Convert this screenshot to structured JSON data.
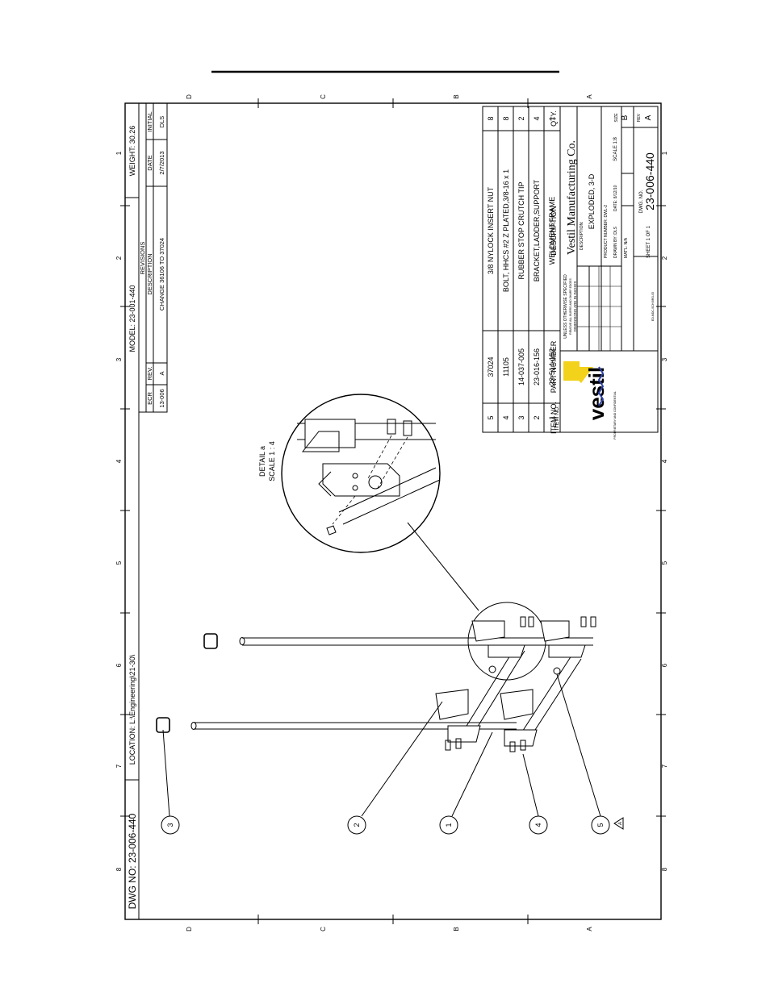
{
  "zones": {
    "numbers": [
      "1",
      "2",
      "3",
      "4",
      "5",
      "6",
      "7",
      "8"
    ],
    "letters": [
      "D",
      "C",
      "B",
      "A"
    ]
  },
  "header": {
    "model": "MODEL: 23-001-440",
    "weight": "WEIGHT: 30.26",
    "location": "LOCATION: L:\\Engineering\\21-30\\",
    "dwg_no": "DWG NO: 23-006-440"
  },
  "revisions": {
    "title": "REVISIONS",
    "columns": [
      "ECR",
      "REV.",
      "DESCRIPTION",
      "DATE",
      "INITIAL"
    ],
    "row": [
      "13-006",
      "A",
      "CHANGE 36106 TO 37024",
      "2/7/2013",
      "DLS"
    ]
  },
  "bom": {
    "headers": {
      "item": "ITEM NO.",
      "part": "PART NUMBER",
      "desc": "DESCRIPTION",
      "qty": "QTY."
    },
    "rows": [
      {
        "item": "5",
        "part": "37024",
        "desc": "3/8 NYLOCK INSERT NUT",
        "qty": "8"
      },
      {
        "item": "4",
        "part": "11105",
        "desc": "BOLT, HHCS #2 Z PLATED,3/8-16 x 1",
        "qty": "8"
      },
      {
        "item": "3",
        "part": "14-037-005",
        "desc": "RUBBER STOP CRUTCH TIP",
        "qty": "2"
      },
      {
        "item": "2",
        "part": "23-016-156",
        "desc": "BRACKET,LADDER,SUPPORT",
        "qty": "4"
      },
      {
        "item": "1",
        "part": "23-514-152",
        "desc": "WELDMENT,FRAME",
        "qty": "1"
      }
    ]
  },
  "title_block": {
    "company": "Vestil Manufacturing Co.",
    "logo_text": "vestil",
    "description_label": "DESCRIPTION:",
    "description": "EXPLODED, 3-D",
    "product_label": "PRODUCT NUMBER: DWL-2",
    "drawn_label": "DRAWN BY: DLS",
    "date_label": "DATE: 8/12/10",
    "scale": "SCALE 1:8",
    "size_label": "SIZE",
    "size": "B",
    "rev_label": "REV",
    "rev": "A",
    "sheet": "SHEET 1 OF 1",
    "dwg_label": "DWG. NO.",
    "dwg": "23-006-440",
    "unless": "UNLESS OTHERWISE SPECIFIED",
    "remove": "REMOVE ALL BURRS AND SHARP EDGES",
    "dims": "DIMENSIONS ARE IN INCHES",
    "matl": "MAT'L: N/A",
    "proprietary": "PROPRIETARY AND CONFIDENTIAL",
    "form": "ED-MDC-SCH BRG-05"
  },
  "detail": {
    "title": "DETAIL a",
    "scale": "SCALE 1 : 4"
  },
  "balloons": [
    "3",
    "2",
    "1",
    "4",
    "5"
  ],
  "rev_triangle": "A"
}
